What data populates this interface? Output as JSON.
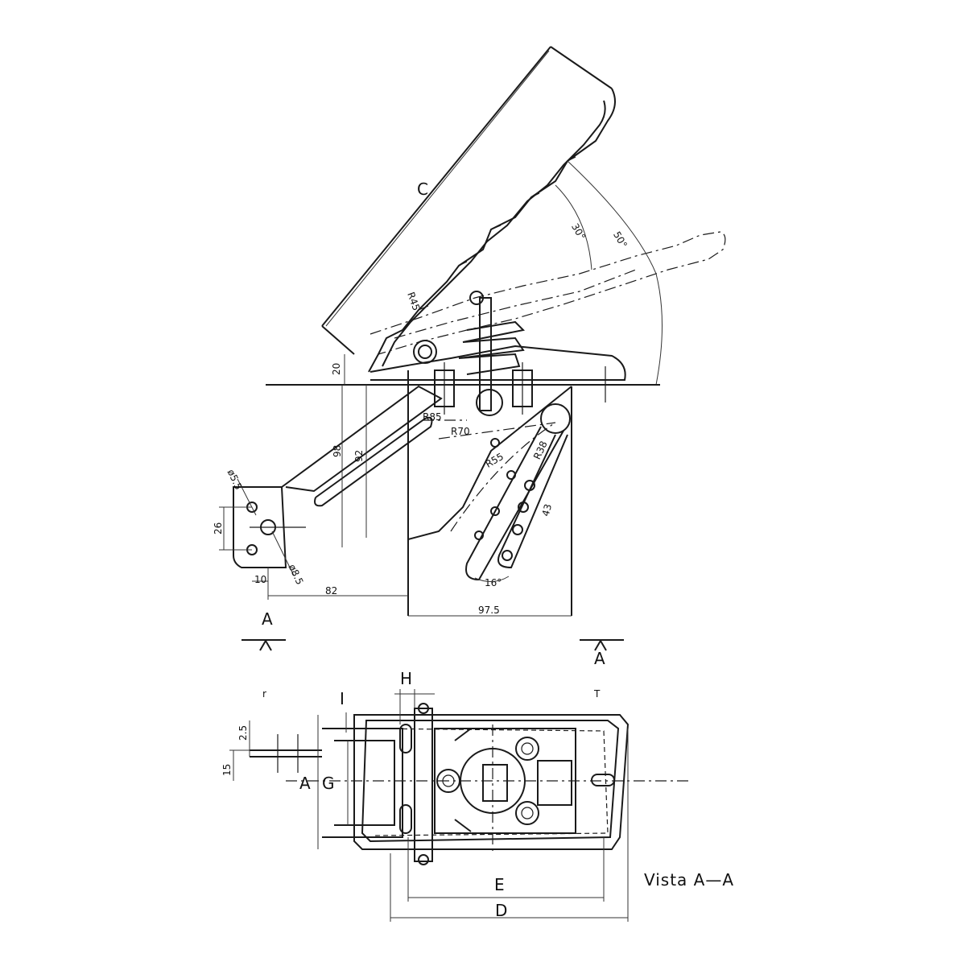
{
  "labels": {
    "C": "C",
    "H": "H",
    "I": "I",
    "A": "A",
    "G": "G",
    "E": "E",
    "D": "D",
    "section_left": "A",
    "section_right": "A",
    "view_title": "Vista A—A"
  },
  "dimensions": {
    "d20": "20",
    "d98": "98",
    "d92": "92",
    "d26": "26",
    "d10": "10",
    "d82": "82",
    "d97_5": "97.5",
    "d2_5": "2.5",
    "d15": "15",
    "phi5_5": "ø5.5",
    "phi8_5": "ø8.5",
    "r45": "R45",
    "r85": "R85",
    "r70": "R70",
    "r55": "R55",
    "r38": "R38",
    "a30": "30°",
    "a50": "50°",
    "a16": "16°",
    "d43": "43"
  }
}
